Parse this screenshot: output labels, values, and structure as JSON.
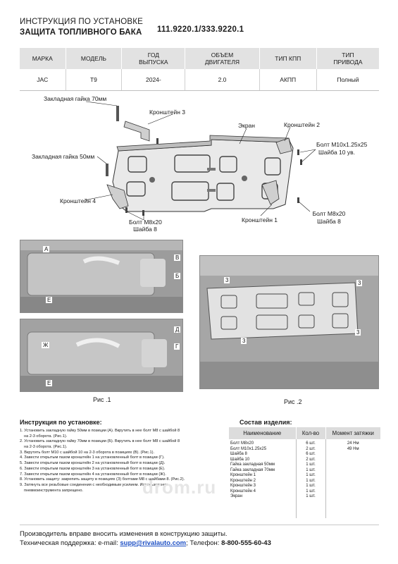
{
  "header": {
    "title_line1": "ИНСТРУКЦИЯ ПО УСТАНОВКЕ",
    "title_line2": "ЗАЩИТА ТОПЛИВНОГО БАКА",
    "part_numbers": "111.9220.1/333.9220.1"
  },
  "spec_table": {
    "headers": [
      {
        "line1": "МАРКА",
        "line2": ""
      },
      {
        "line1": "МОДЕЛЬ",
        "line2": ""
      },
      {
        "line1": "ГОД",
        "line2": "ВЫПУСКА"
      },
      {
        "line1": "ОБЪЕМ",
        "line2": "ДВИГАТЕЛЯ"
      },
      {
        "line1": "ТИП КПП",
        "line2": ""
      },
      {
        "line1": "ТИП",
        "line2": "ПРИВОДА"
      }
    ],
    "row": [
      "JAC",
      "T9",
      "2024-",
      "2.0",
      "АКПП",
      "Полный"
    ]
  },
  "diagram_labels": {
    "nut70": "Закладная гайка 70мм",
    "bracket3": "Кронштейн 3",
    "screen": "Экран",
    "bracket2": "Кронштейн 2",
    "nut50": "Закладная гайка 50мм",
    "bolt_m10": "Болт М10х1.25х25",
    "washer10": "Шайба 10 ув.",
    "bracket4": "Кронштейн 4",
    "bolt_m8_left": "Болт М8х20",
    "washer8_left": "Шайба 8",
    "bracket1": "Кронштейн 1",
    "bolt_m8_right": "Болт М8х20",
    "washer8_right": "Шайба 8"
  },
  "photo_marks": {
    "fig1_top": [
      "А",
      "В",
      "Б",
      "Е"
    ],
    "fig1_bottom": [
      "Ж",
      "Д",
      "Г",
      "Е"
    ],
    "fig2": [
      "3",
      "3",
      "3",
      "3"
    ]
  },
  "fig_captions": {
    "fig1": "Рис .1",
    "fig2": "Рис .2"
  },
  "instructions": {
    "title": "Инструкция по установке:",
    "steps": [
      "1. Установить закладную гайку 50мм в позиции (А). Вкрутить в нее болт М8 с шайбой 8",
      "на 2-3 оборота. (Рис.1).",
      "2. Установить закладную гайку 70мм в позиции (Б). Вкрутить в нее болт М8 с шайбой 8",
      "на 2-3 оборота. (Рис.1).",
      "3. Вкрутить болт М10 с шайбой 10 на 2-3 оборота в позициях (В). (Рис.1).",
      "4. Завести открытым пазом кронштейн 1 на установленный болт в позиции (Г).",
      "5. Завести открытым пазом кронштейн 2 на установленный болт в позиции (Д).",
      "6. Завести открытым пазом кронштейн 3 на установленный болт в позиции (Е).",
      "7. Завести открытым пазом кронштейн 4 на установленный болт в позиции (Ж).",
      "8. Установить защиту: закрепить защиту в позициях (З) болтами М8 с шайбами 8. (Рис.2).",
      "9. Затянуть все резьбовые соединения с необходимым усилием. Использование",
      "пневмоинструмента запрещено."
    ]
  },
  "components": {
    "title": "Состав изделия:",
    "headers": [
      "Наименование",
      "Кол-во",
      "Момент затяжки"
    ],
    "rows": [
      [
        "Болт М8х20",
        "6 шт.",
        "24 Нм"
      ],
      [
        "Болт М10х1.25х25",
        "2 шт.",
        "49 Нм"
      ],
      [
        "Шайба 8",
        "6 шт.",
        ""
      ],
      [
        "Шайба 10",
        "2 шт.",
        ""
      ],
      [
        "Гайка закладная 50мм",
        "1 шт.",
        ""
      ],
      [
        "Гайка закладная 70мм",
        "1 шт.",
        ""
      ],
      [
        "Кронштейн 1",
        "1 шт.",
        ""
      ],
      [
        "Кронштейн 2",
        "1 шт.",
        ""
      ],
      [
        "Кронштейн 3",
        "1 шт.",
        ""
      ],
      [
        "Кронштейн 4",
        "1 шт.",
        ""
      ],
      [
        "Экран",
        "1 шт.",
        ""
      ]
    ]
  },
  "watermark": "drom.ru",
  "footer": {
    "line1": "Производитель вправе вносить изменения в конструкцию защиты.",
    "support_label": "Техническая поддержка:  e-mail: ",
    "email": "supp@rivalauto.com",
    "phone_label": "; Телефон: ",
    "phone": "8-800-555-60-43"
  },
  "colors": {
    "table_header_bg": "#e2e2e2",
    "shield_fill": "#e9e9e9",
    "photo_bg": "#a9a9a9",
    "link": "#1d4fc4"
  }
}
